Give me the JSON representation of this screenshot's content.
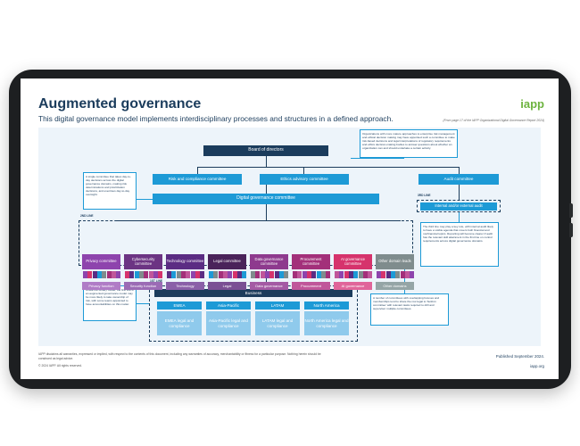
{
  "header": {
    "title": "Augmented governance",
    "subtitle": "This digital governance model implements interdisciplinary processes and structures in a defined approach.",
    "logo": "iapp",
    "source": "(From page 17 of the IAPP Organizational Digital Governance Report 2024)"
  },
  "diagram": {
    "board": "Board of directors",
    "risk": "Risk and compliance committee",
    "ethics": "Ethics advisory committee",
    "audit_committee": "Audit committee",
    "dgc": "Digital governance committee",
    "audit_internal": "Internal and/or external audit",
    "business": "Business",
    "lines": {
      "second": "2ND LINE",
      "third": "3RD LINE",
      "first": "1ST LINE"
    },
    "committees": [
      "Privacy committee",
      "Cybersecurity committee",
      "Technology committee",
      "Legal committee",
      "Data governance committee",
      "Procurement committee",
      "AI governance committee",
      "Other domain leads"
    ],
    "domains": [
      "Privacy function",
      "Security function",
      "Technology",
      "Legal",
      "Data governance",
      "Procurement",
      "AI governance",
      "Other domains"
    ],
    "regions": [
      "EMEA",
      "Asia-Pacific",
      "LATAM",
      "North America"
    ],
    "regional": [
      "EMEA legal and compliance",
      "Asia-Pacific legal and compliance",
      "LATAM legal and compliance",
      "North America legal and compliance"
    ],
    "notes": {
      "top_right": "Organizations with more mature approaches to enterprise risk management and ethical decision making may have appointed such a committee to make risk-based decisions and legal interpretations of regulatory requirements and ethics decision-making bodies to answer questions about whether an organization can and should undertake a certain activity.",
      "left_top": "A single committee that takes day-to-day decisions across the digital governance domains, making risk determinations and prioritization decisions, and exercises day-to-day oversight.",
      "right_mid": "The third line may play a key role, with internal audit likely to have a visible agenda that covers both financial and nonfinancial topics. Reporting will become clearer if audit has the relevant skill attainment in the first line on control requirements across digital governance domains.",
      "left_bottom": "Unlike the unitary model, the first line in an augmented governance model may be more likely to take ownership of risk, with some teams appointed to have accountabilities on this matter.",
      "right_bottom": "A number of committees with overlapping focuses and memberships tend to share the row legal to 'build-in committee' with relevant tasks required to drill and supervisor multiple committees."
    },
    "palette": {
      "navy": "#1b3c5c",
      "blue": "#1d9ad6",
      "light_blue": "#8fcaec"
    },
    "committee_colors": [
      "#8e44ad",
      "#6c3483",
      "#5b2c83",
      "#4a235a",
      "#8e3a8e",
      "#a3307a",
      "#d6336c",
      "#7f8c8d"
    ],
    "domain_colors": [
      "#b07cc6",
      "#9b6bb5",
      "#8a5fa8",
      "#7a4f94",
      "#a45aa4",
      "#c0569a",
      "#e0659a",
      "#95a5a6"
    ]
  },
  "footer": {
    "disclaimer": "IAPP disclaims all warranties, expressed or implied, with respect to the contents of this document, including any warranties of accuracy, merchantability or fitness for a particular purpose. Nothing herein should be construed as legal advice.",
    "copyright": "© 2024 IAPP. All rights reserved.",
    "published": "Published September 2024.",
    "url": "iapp.org"
  }
}
